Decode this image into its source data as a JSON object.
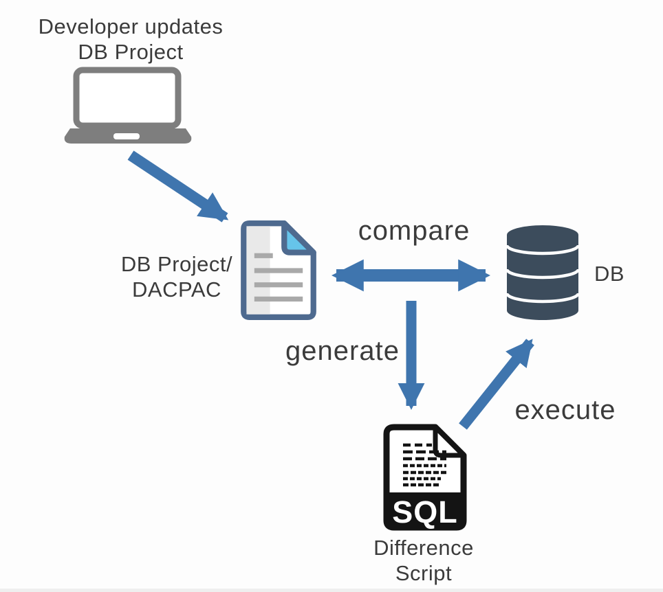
{
  "colors": {
    "bg": "#fdfdfd",
    "arrow": "#3f75ae",
    "text": "#3b3b3b",
    "laptop": "#7e7e7e",
    "doc_border": "#4e6a8f",
    "doc_strip": "#e9e9e9",
    "doc_fold": "#66c4ea",
    "doc_line": "#a9a9a9",
    "db": "#3c4c5c",
    "sql": "#141414"
  },
  "nodes": {
    "developer": {
      "line1": "Developer updates",
      "line2": "DB Project"
    },
    "dacpac": {
      "line1": "DB Project/",
      "line2": "DACPAC"
    },
    "database": {
      "label": "DB"
    },
    "sql_script": {
      "badge": "SQL",
      "line1": "Difference",
      "line2": "Script"
    }
  },
  "edges": {
    "compare": {
      "label": "compare"
    },
    "generate": {
      "label": "generate"
    },
    "execute": {
      "label": "execute"
    }
  }
}
